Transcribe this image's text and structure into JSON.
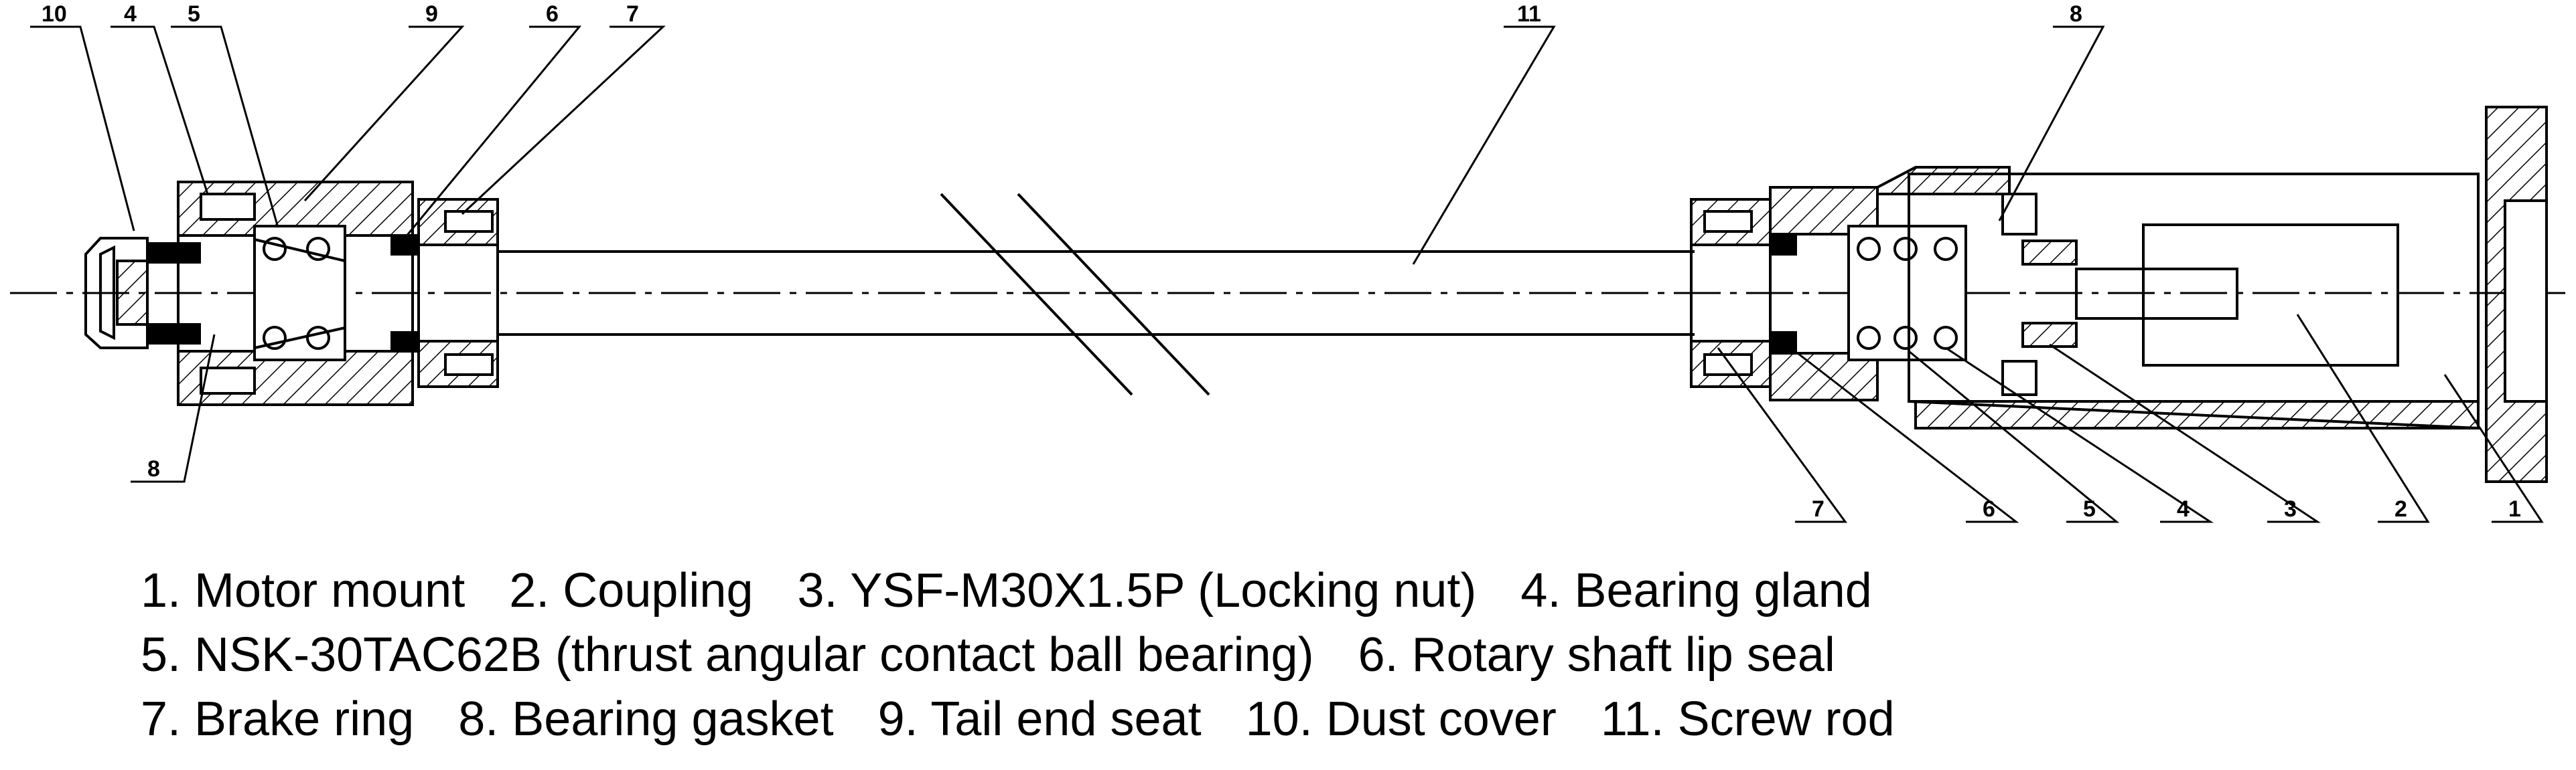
{
  "callouts": {
    "left": [
      "10",
      "4",
      "5",
      "9",
      "6",
      "7",
      "8"
    ],
    "center": "11",
    "right": [
      "8",
      "7",
      "6",
      "5",
      "4",
      "3",
      "2",
      "1"
    ]
  },
  "legend": {
    "lines": [
      [
        "1. Motor mount",
        "2. Coupling",
        "3. YSF-M30X1.5P (Locking nut)",
        "4. Bearing gland"
      ],
      [
        "5. NSK-30TAC62B (thrust angular contact ball bearing)",
        "6. Rotary shaft lip seal"
      ],
      [
        "7. Brake ring",
        "8. Bearing gasket",
        "9. Tail end seat",
        "10. Dust cover",
        "11. Screw rod"
      ]
    ]
  }
}
